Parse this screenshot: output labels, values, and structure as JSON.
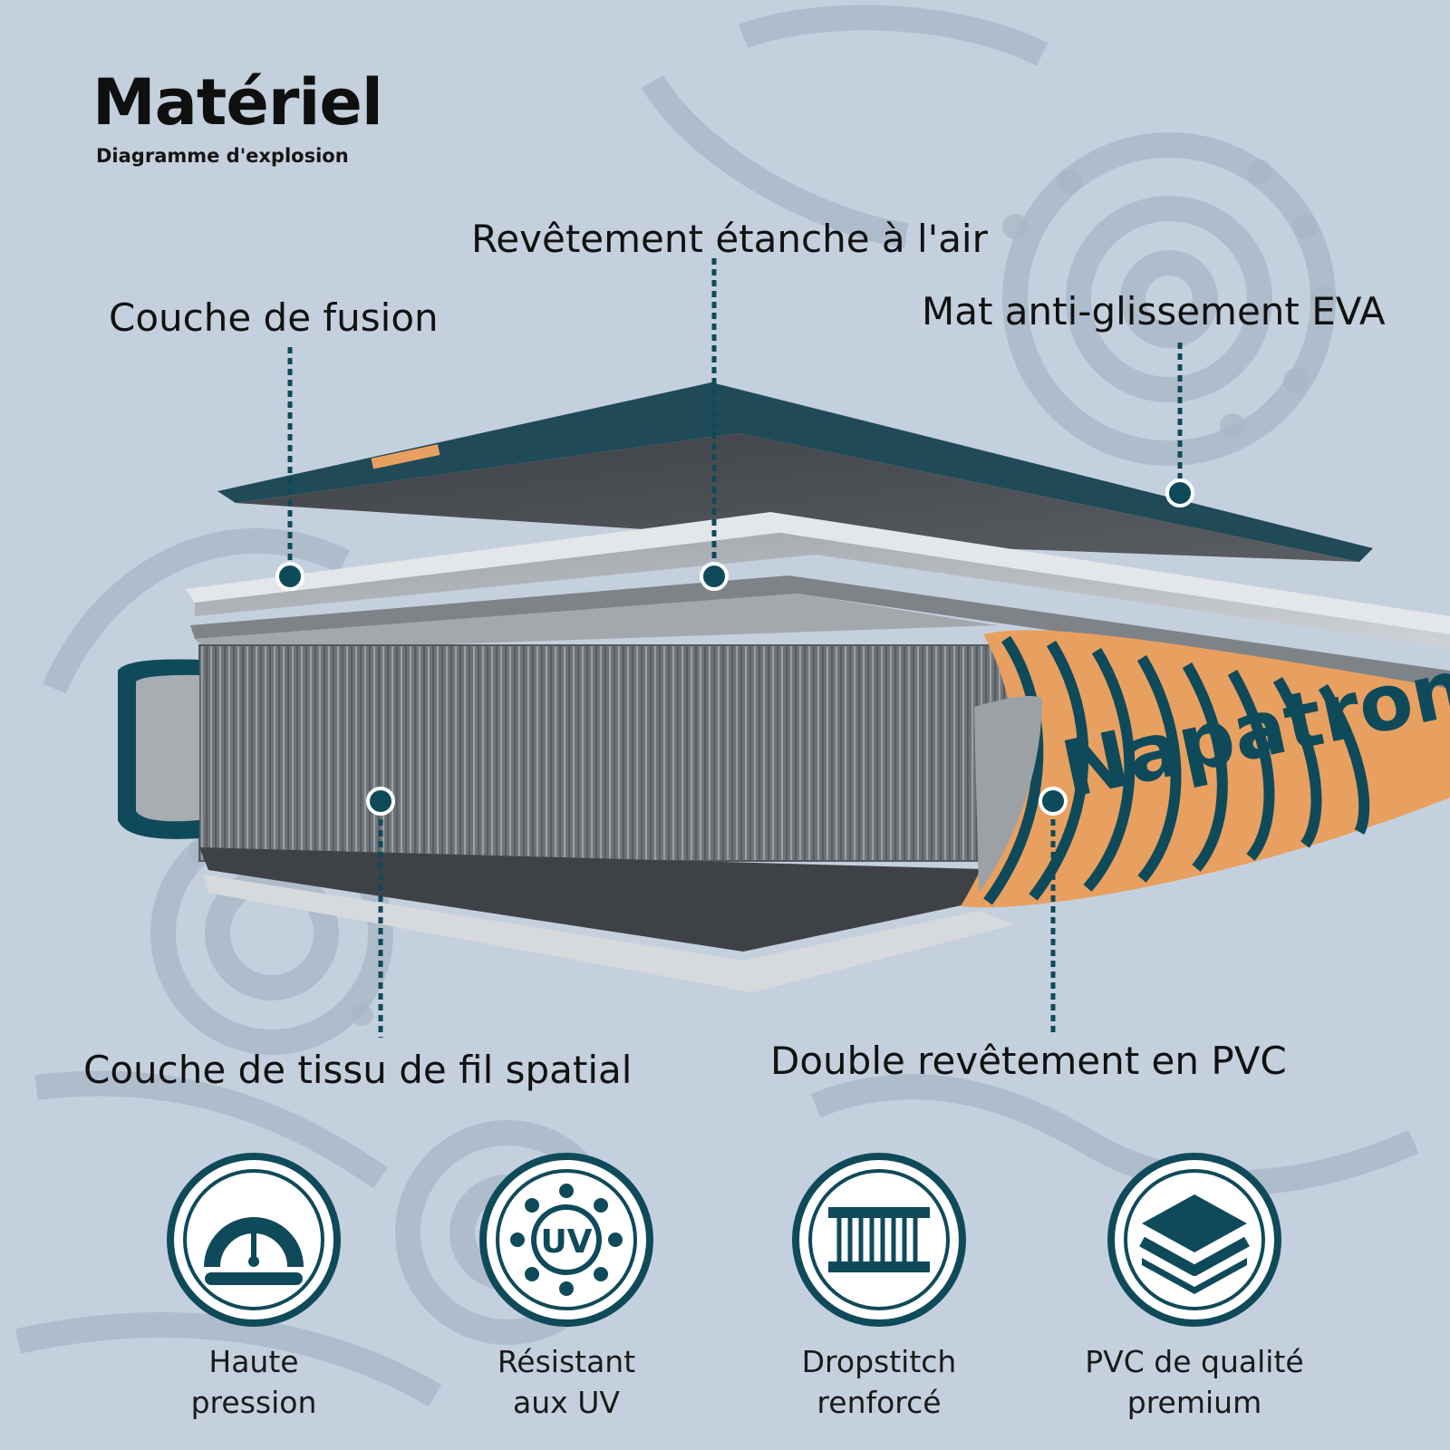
{
  "header": {
    "title": "Matériel",
    "subtitle": "Diagramme d'explosion"
  },
  "callouts": {
    "fusion": "Couche de fusion",
    "airtight": "Revêtement étanche à l'air",
    "eva": "Mat anti-glissement EVA",
    "space_yarn": "Couche de tissu de fil spatial",
    "double_pvc": "Double revêtement en PVC"
  },
  "brand_print": "Napatron",
  "features": [
    {
      "icon": "pressure-gauge-icon",
      "line1": "Haute",
      "line2": "pression"
    },
    {
      "icon": "uv-sun-icon",
      "line1": "Résistant",
      "line2": "aux UV"
    },
    {
      "icon": "dropstitch-icon",
      "line1": "Dropstitch",
      "line2": "renforcé"
    },
    {
      "icon": "layers-icon",
      "line1": "PVC de qualité",
      "line2": "premium"
    }
  ],
  "colors": {
    "background": "#c5d0de",
    "accent_teal": "#0f4a5a",
    "accent_orange": "#e8a060",
    "pattern": "#a7b6c5"
  }
}
